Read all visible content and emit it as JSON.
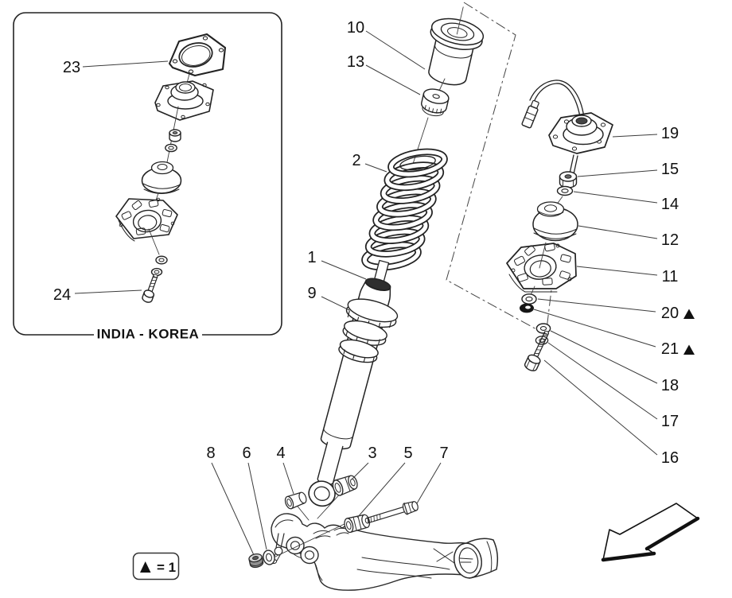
{
  "colors": {
    "background": "#ffffff",
    "line": "#222222",
    "label": "#111111"
  },
  "inset": {
    "label": "INDIA - KOREA"
  },
  "legend": {
    "symbol": "▲",
    "text": "= 1"
  },
  "callouts": [
    {
      "label": "23"
    },
    {
      "label": "24"
    },
    {
      "label": "10"
    },
    {
      "label": "13"
    },
    {
      "label": "2"
    },
    {
      "label": "1"
    },
    {
      "label": "9"
    },
    {
      "label": "8"
    },
    {
      "label": "6"
    },
    {
      "label": "4"
    },
    {
      "label": "3"
    },
    {
      "label": "5"
    },
    {
      "label": "7"
    },
    {
      "label": "19"
    },
    {
      "label": "15"
    },
    {
      "label": "14"
    },
    {
      "label": "12"
    },
    {
      "label": "11"
    },
    {
      "label": "20",
      "marker": "▲"
    },
    {
      "label": "21",
      "marker": "▲"
    },
    {
      "label": "18"
    },
    {
      "label": "17"
    },
    {
      "label": "16"
    }
  ]
}
